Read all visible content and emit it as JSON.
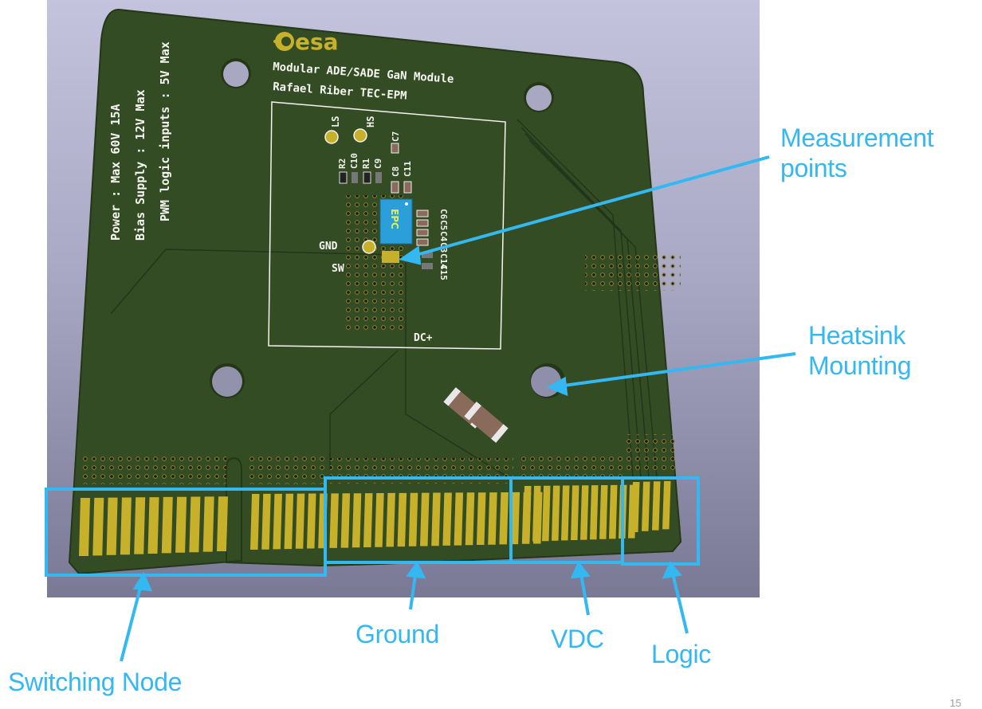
{
  "slide": {
    "page_number": "15"
  },
  "pcb": {
    "logo_text": "esa",
    "title_line1": "Modular ADE/SADE GaN Module",
    "title_line2": "Rafael Riber TEC-EPM",
    "spec_lines": [
      "Power : Max 60V 15A",
      "Bias Supply : 12V Max",
      "PWM logic inputs : 5V Max"
    ],
    "testpoint_labels": {
      "ls": "LS",
      "hs": "HS",
      "gnd": "GND",
      "sw": "SW"
    },
    "net_label_dc": "DC+",
    "component_refs_top": [
      "R2",
      "C10",
      "R1",
      "C9",
      "C8",
      "C11",
      "C7"
    ],
    "component_refs_right": [
      "C6",
      "C5",
      "C4",
      "C3",
      "C14",
      "C15"
    ],
    "chip_logo": "EPC",
    "colors": {
      "board": "#344c24",
      "gold": "#c7b02a",
      "silkscreen": "#f4f4f0",
      "chip": "#2a9fd9"
    }
  },
  "callouts": {
    "measurement_points": {
      "line1": "Measurement",
      "line2": "points"
    },
    "heatsink_mounting": {
      "line1": "Heatsink",
      "line2": "Mounting"
    },
    "switching_node": "Switching Node",
    "ground": "Ground",
    "vdc": "VDC",
    "logic": "Logic",
    "color": "#33b8f2"
  }
}
